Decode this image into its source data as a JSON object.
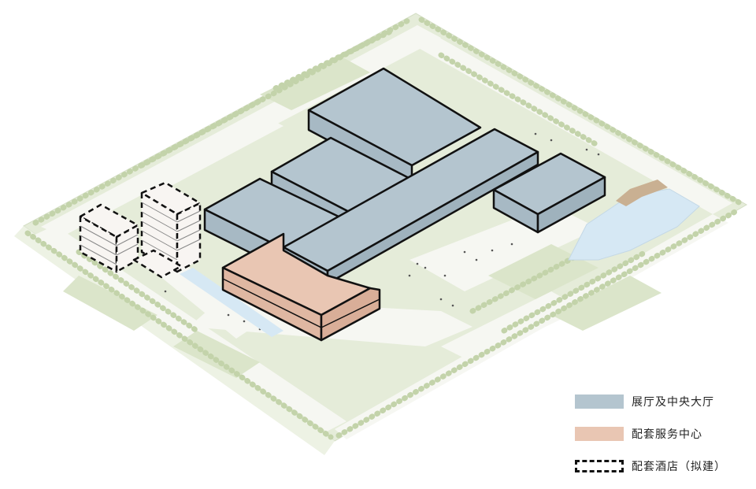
{
  "legend": [
    {
      "label": "展厅及中央大厅",
      "color": "#b4c5cf",
      "style": "fill"
    },
    {
      "label": "配套服务中心",
      "color": "#e9c6b3",
      "style": "fill"
    },
    {
      "label": "配套酒店（拟建）",
      "color": "#111111",
      "style": "dashed"
    }
  ],
  "colors": {
    "ground": "#e5ecd9",
    "paving": "#f6f7f2",
    "tree": "#c9d8b2",
    "water": "#d6e8f4",
    "embankment": "#c9b092",
    "exhibition_top": "#b4c5cf",
    "exhibition_side": "#a7b9c4",
    "service_top": "#e9c6b3",
    "service_side": "#dfb7a2",
    "hotel": "#f8f5f2",
    "outline": "#111111"
  }
}
